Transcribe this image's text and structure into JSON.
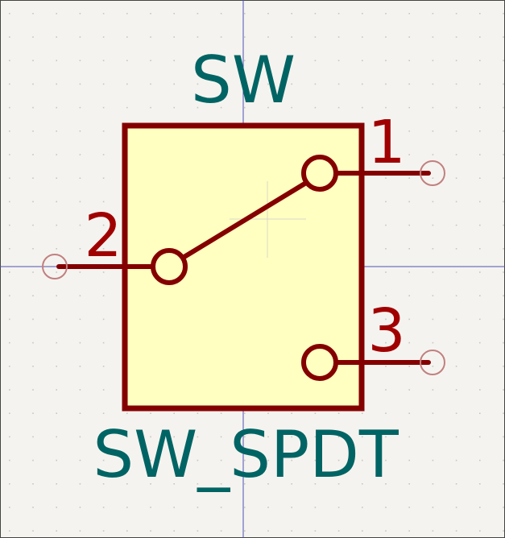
{
  "symbol": {
    "reference": "SW",
    "value": "SW_SPDT",
    "pins": [
      {
        "number": "1"
      },
      {
        "number": "2"
      },
      {
        "number": "3"
      }
    ]
  },
  "colors": {
    "background": "#f5f3ef",
    "grid_dot": "#c8c6c2",
    "axis_line": "#5050b4",
    "body_fill": "#ffffc2",
    "body_outline": "#840000",
    "pin_line": "#840000",
    "pin_number": "#a00000",
    "pin_end_circle": "#c08080",
    "field_text": "#006464",
    "anchor_cross": "#d8d8c8"
  }
}
